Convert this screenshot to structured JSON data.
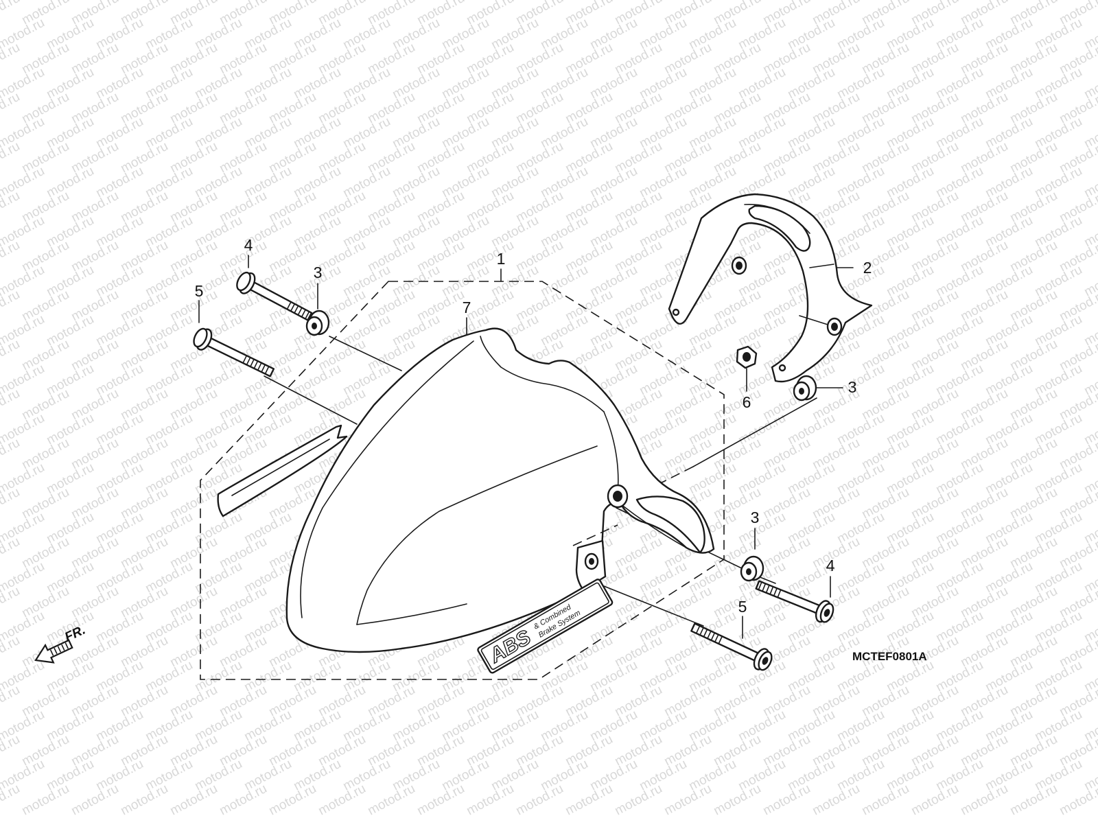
{
  "watermark": {
    "text": "motod.ru",
    "color": "#d8d8d8"
  },
  "diagram_code": "MCTEF0801A",
  "direction_marker": {
    "label": "FR.",
    "icon": "front-arrow-icon"
  },
  "decal": {
    "logo": "ABS",
    "tagline_1": "& Combined",
    "tagline_2": "Brake System"
  },
  "callouts": [
    {
      "id": "c1",
      "label": "1"
    },
    {
      "id": "c2",
      "label": "2"
    },
    {
      "id": "c3a",
      "label": "3"
    },
    {
      "id": "c3b",
      "label": "3"
    },
    {
      "id": "c3c",
      "label": "3"
    },
    {
      "id": "c4a",
      "label": "4"
    },
    {
      "id": "c4b",
      "label": "4"
    },
    {
      "id": "c5a",
      "label": "5"
    },
    {
      "id": "c5b",
      "label": "5"
    },
    {
      "id": "c6",
      "label": "6"
    },
    {
      "id": "c7",
      "label": "7"
    }
  ]
}
